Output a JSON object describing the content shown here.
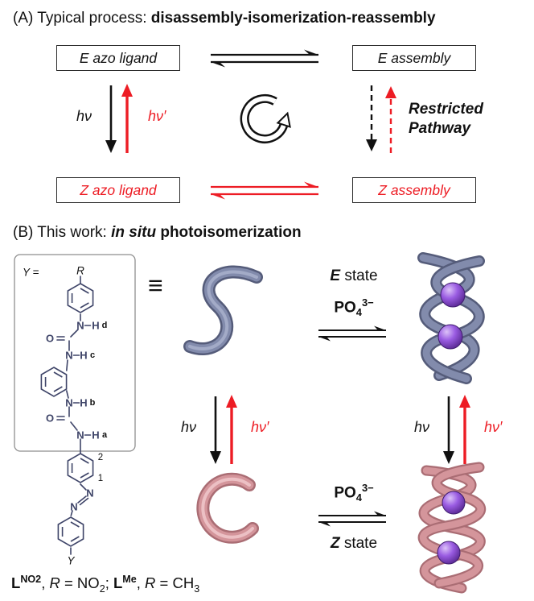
{
  "panel_a": {
    "title_prefix": "(A) Typical process: ",
    "title_bold": "disassembly-isomerization-reassembly",
    "boxes": {
      "e_ligand": "E azo ligand",
      "e_assembly": "E assembly",
      "z_ligand": "Z azo ligand",
      "z_assembly": "Z assembly"
    },
    "restricted": "Restricted Pathway"
  },
  "photo": {
    "hv": "hν",
    "hv_prime": "hν′"
  },
  "panel_b": {
    "title_prefix": "(B) This work: ",
    "title_italic": "in situ",
    "title_bold": " photoisomerization",
    "equiv": "≡",
    "e_state": {
      "em": "E",
      "rest": " state"
    },
    "z_state": {
      "em": "Z",
      "rest": " state"
    },
    "po4": {
      "base": "PO",
      "sub": "4",
      "sup": "3−"
    },
    "ligand": {
      "y_eq": "Y =",
      "r": "R",
      "y": "Y",
      "n": "N",
      "h": "H",
      "o": "O",
      "tag_a": "a",
      "tag_b": "b",
      "tag_c": "c",
      "tag_d": "d",
      "num_1": "1",
      "num_2": "2"
    },
    "caption": {
      "l1": "L",
      "sup1": "NO2",
      "mid1": ", ",
      "r1": "R",
      "eq1": " = NO",
      "sub1": "2",
      "sep": ";  ",
      "l2": "L",
      "sup2": "Me",
      "mid2": ",  ",
      "r2": "R",
      "eq2": " = CH",
      "sub2": "3"
    }
  },
  "colors": {
    "red": "#ed1c24",
    "slate_strand": "#8089a8",
    "pink_strand": "#d4959b",
    "purple_sphere": "#9a5ce2",
    "structure_blue": "#3e4468"
  }
}
